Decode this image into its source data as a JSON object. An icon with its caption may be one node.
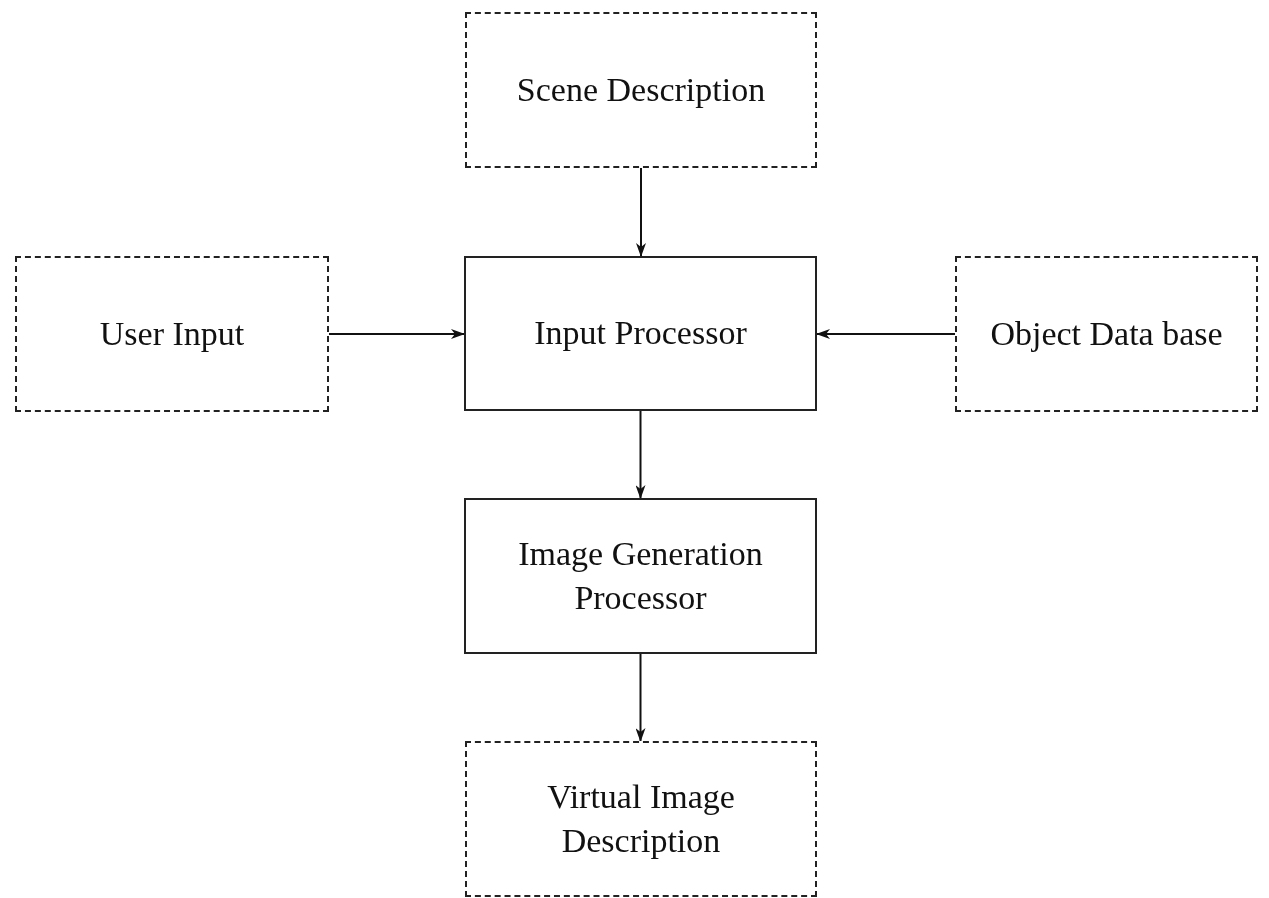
{
  "diagram": {
    "nodes": [
      {
        "text": [
          "Scene Description"
        ]
      },
      {
        "text": [
          "User Input"
        ]
      },
      {
        "text": [
          "Input Processor"
        ]
      },
      {
        "text": [
          "Object Data base"
        ]
      },
      {
        "text": [
          "Image Generation Processor"
        ]
      },
      {
        "text": [
          "Virtual Image Description"
        ]
      }
    ],
    "edges": [
      {
        "from": 0,
        "to": 2,
        "arrow": "to"
      },
      {
        "from": 1,
        "to": 2,
        "arrow": "to"
      },
      {
        "from": 3,
        "to": 2,
        "arrow": "to"
      },
      {
        "from": 2,
        "to": 4,
        "arrow": "to"
      },
      {
        "from": 4,
        "to": 5,
        "arrow": "to"
      }
    ]
  }
}
